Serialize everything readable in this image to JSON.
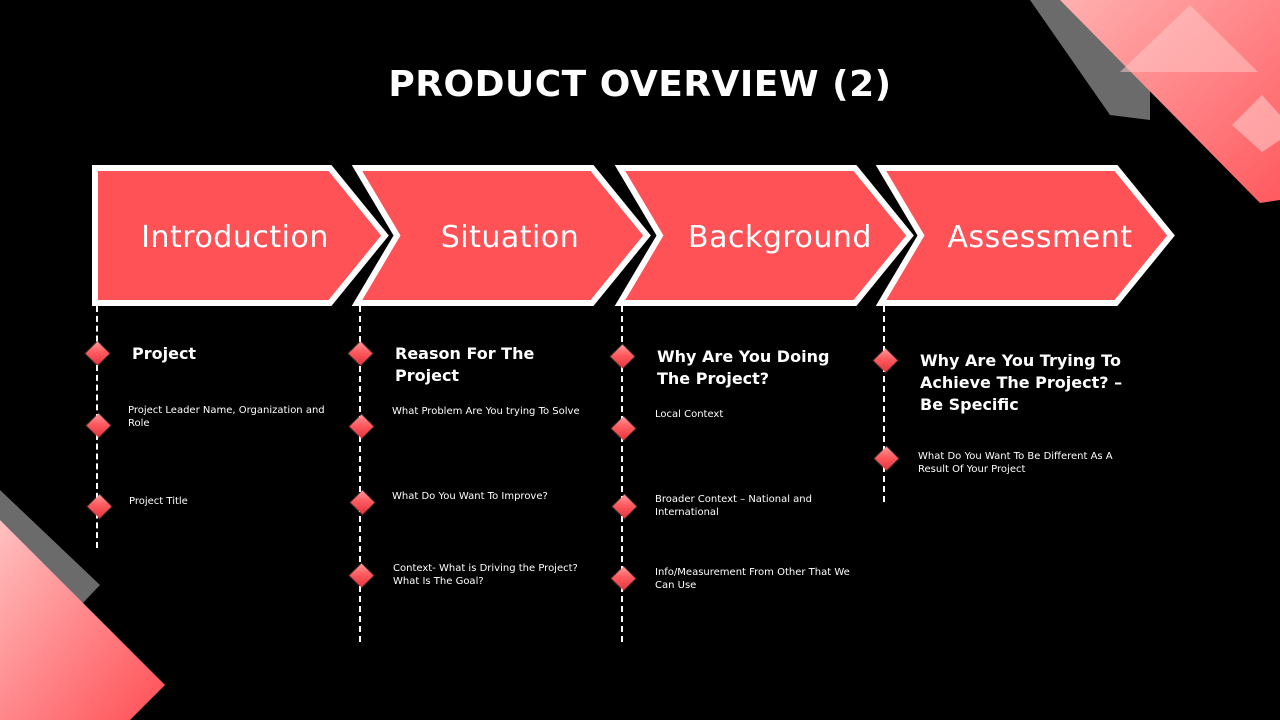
{
  "title": "PRODUCT OVERVIEW (2)",
  "colors": {
    "accent": "#ff5257",
    "background": "#000000",
    "text": "#ffffff"
  },
  "stages": [
    {
      "label": "Introduction",
      "heading": "Project",
      "items": [
        "Project Leader Name, Organization and Role",
        "Project Title"
      ]
    },
    {
      "label": "Situation",
      "heading": "Reason For The Project",
      "items": [
        "What Problem Are You trying To Solve",
        "What Do You Want To Improve?",
        "Context- What is Driving the Project? What Is The Goal?"
      ]
    },
    {
      "label": "Background",
      "heading": "Why Are You Doing The Project?",
      "items": [
        "Local Context",
        "Broader Context –  National and International",
        "Info/Measurement From Other That We Can Use"
      ]
    },
    {
      "label": "Assessment",
      "heading": "Why Are You Trying To Achieve The Project? – Be Specific",
      "items": [
        "What Do You Want To Be Different As A Result Of Your Project"
      ]
    }
  ]
}
